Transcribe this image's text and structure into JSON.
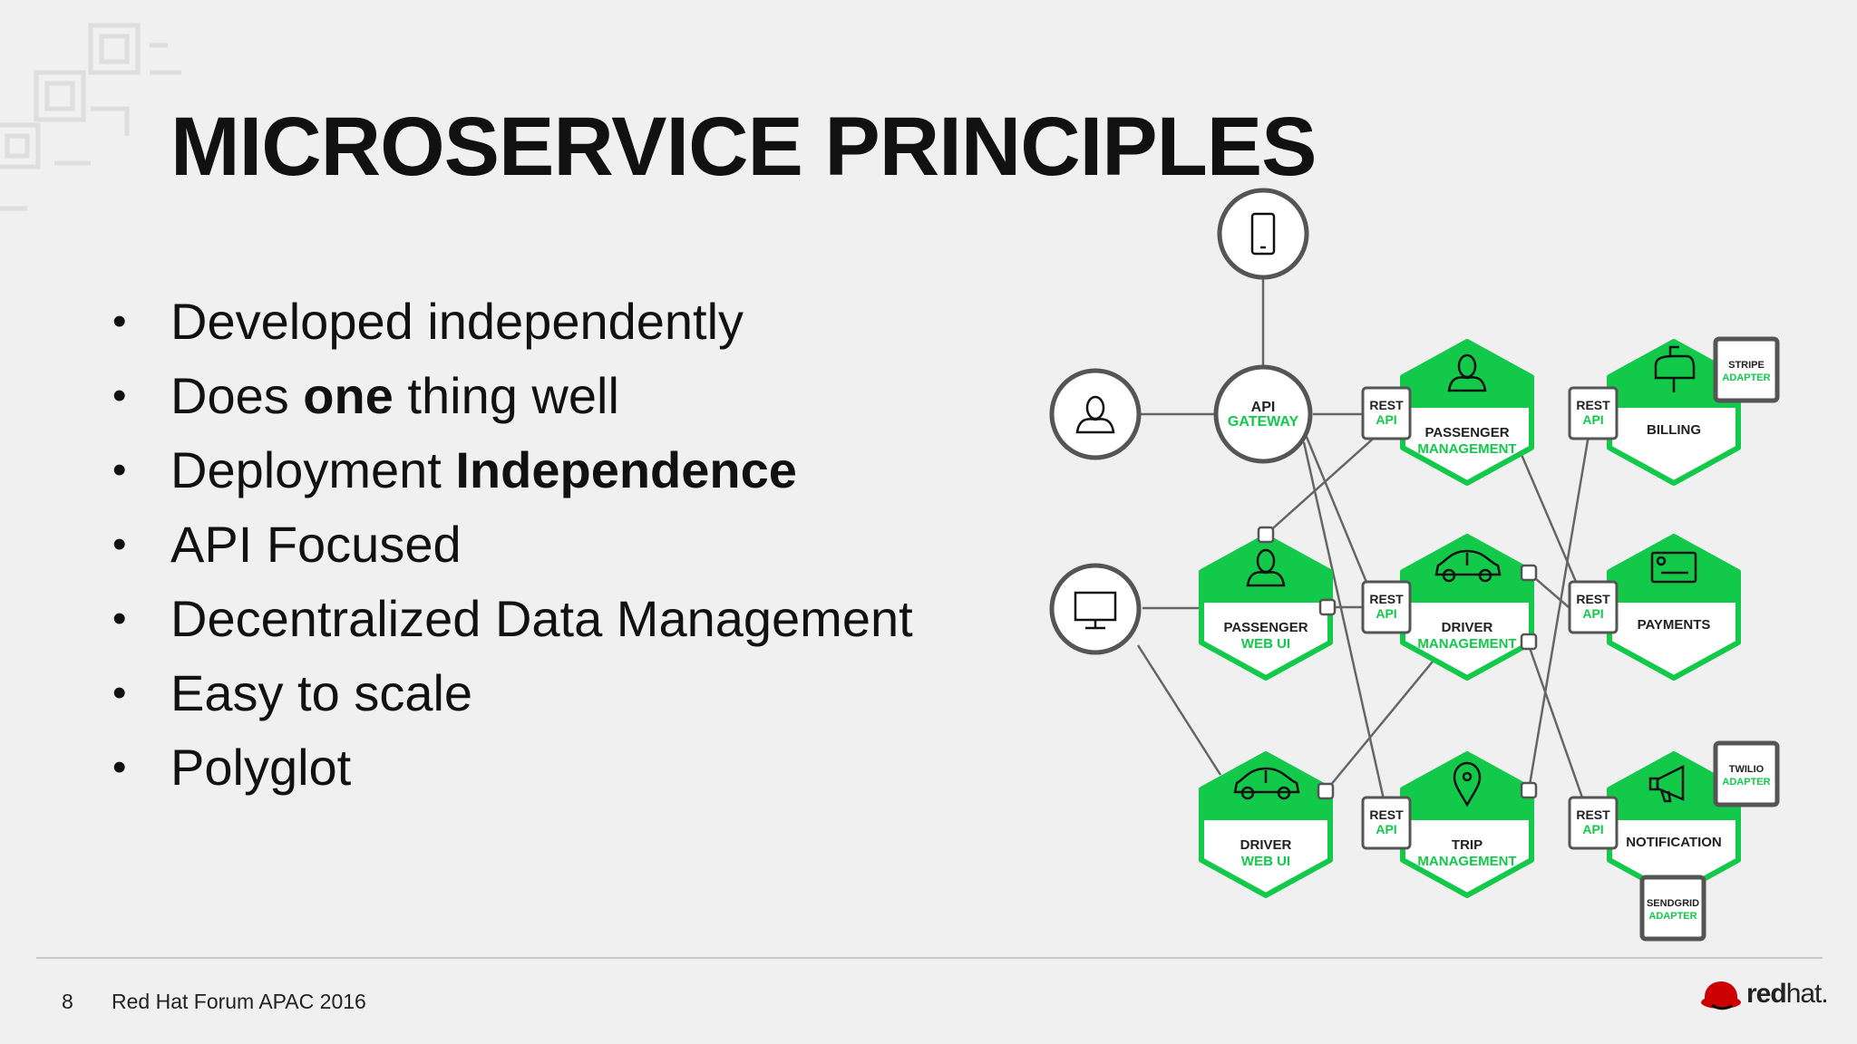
{
  "slide": {
    "title": "MICROSERVICE PRINCIPLES",
    "bullets": [
      {
        "parts": [
          {
            "text": "Developed independently",
            "bold": false
          }
        ]
      },
      {
        "parts": [
          {
            "text": "Does ",
            "bold": false
          },
          {
            "text": "one",
            "bold": true
          },
          {
            "text": " thing well",
            "bold": false
          }
        ]
      },
      {
        "parts": [
          {
            "text": "Deployment ",
            "bold": false
          },
          {
            "text": "Independence",
            "bold": true
          }
        ]
      },
      {
        "parts": [
          {
            "text": "API Focused",
            "bold": false
          }
        ]
      },
      {
        "parts": [
          {
            "text": "Decentralized Data Management",
            "bold": false
          }
        ]
      },
      {
        "parts": [
          {
            "text": "Easy to scale",
            "bold": false
          }
        ]
      },
      {
        "parts": [
          {
            "text": "Polyglot",
            "bold": false
          }
        ]
      }
    ]
  },
  "diagram": {
    "colors": {
      "accent": "#12c94a",
      "outline": "#555555"
    },
    "clients": [
      {
        "id": "mobile",
        "icon": "mobile-phone-icon"
      },
      {
        "id": "user",
        "icon": "user-icon"
      },
      {
        "id": "desktop",
        "icon": "monitor-icon"
      }
    ],
    "gateway": {
      "line1": "API",
      "line2": "GATEWAY"
    },
    "rest_api": {
      "line1": "REST",
      "line2": "API"
    },
    "services": [
      {
        "id": "passenger-management",
        "line1": "PASSENGER",
        "line2": "MANAGEMENT",
        "icon": "person-icon"
      },
      {
        "id": "billing",
        "line1": "BILLING",
        "line2": "",
        "icon": "mailbox-icon"
      },
      {
        "id": "passenger-web-ui",
        "line1": "PASSENGER",
        "line2": "WEB UI",
        "icon": "person-icon"
      },
      {
        "id": "driver-management",
        "line1": "DRIVER",
        "line2": "MANAGEMENT",
        "icon": "car-icon"
      },
      {
        "id": "payments",
        "line1": "PAYMENTS",
        "line2": "",
        "icon": "credit-card-icon"
      },
      {
        "id": "driver-web-ui",
        "line1": "DRIVER",
        "line2": "WEB UI",
        "icon": "car-icon"
      },
      {
        "id": "trip-management",
        "line1": "TRIP",
        "line2": "MANAGEMENT",
        "icon": "map-pin-icon"
      },
      {
        "id": "notification",
        "line1": "NOTIFICATION",
        "line2": "",
        "icon": "megaphone-icon"
      }
    ],
    "adapters": [
      {
        "id": "stripe",
        "line1": "STRIPE",
        "line2": "ADAPTER"
      },
      {
        "id": "twilio",
        "line1": "TWILIO",
        "line2": "ADAPTER"
      },
      {
        "id": "sendgrid",
        "line1": "SENDGRID",
        "line2": "ADAPTER"
      }
    ]
  },
  "footer": {
    "page_number": "8",
    "event": "Red Hat Forum APAC 2016",
    "logo_bold": "red",
    "logo_light": "hat."
  }
}
